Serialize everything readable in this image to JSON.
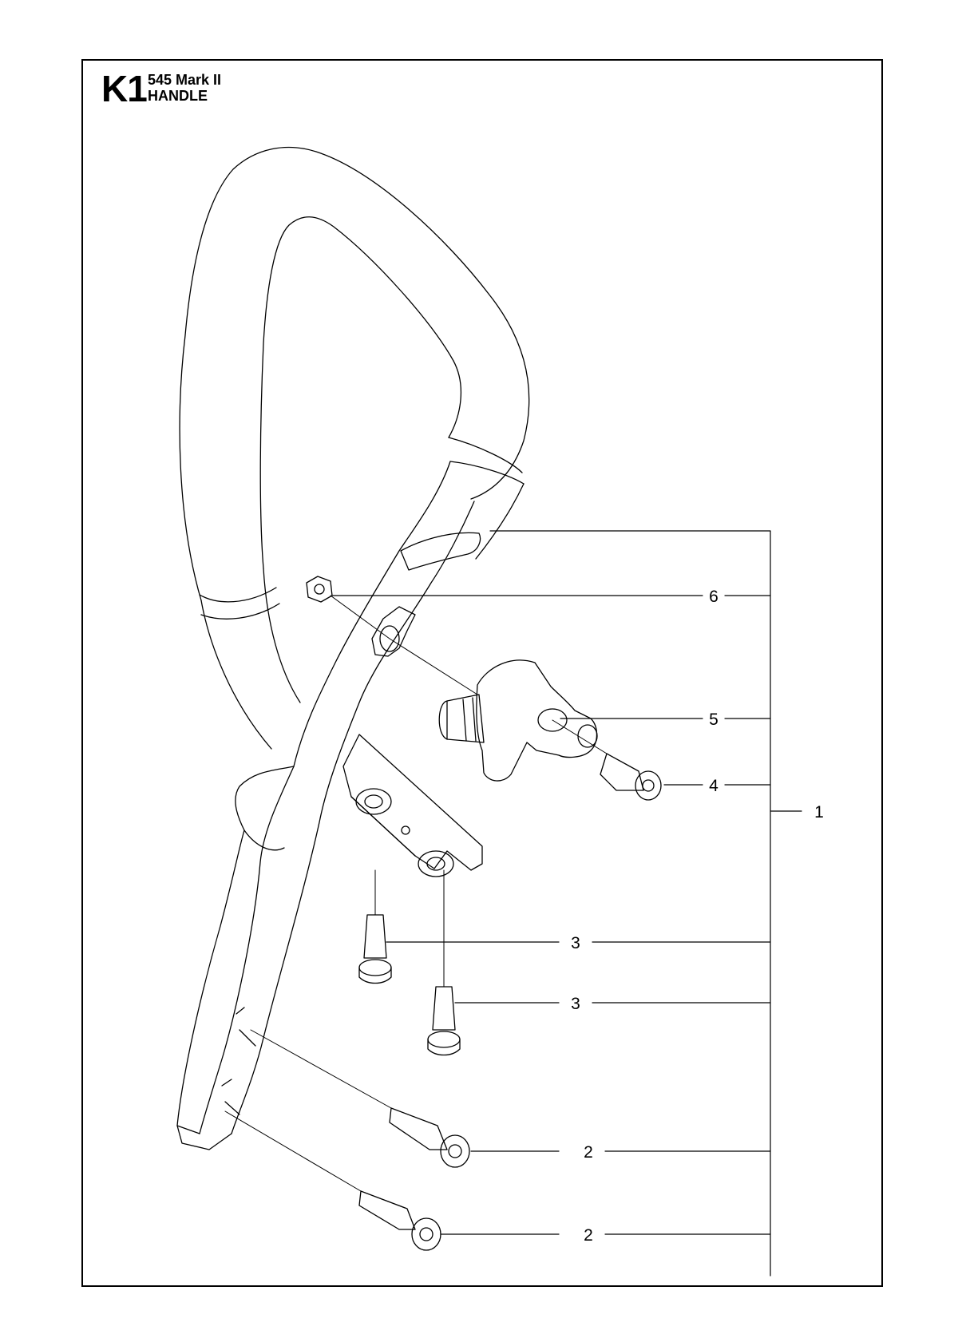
{
  "header": {
    "code": "K1",
    "model": "545 Mark II",
    "title": "HANDLE"
  },
  "callouts": {
    "c1": "1",
    "c2a": "2",
    "c2b": "2",
    "c3a": "3",
    "c3b": "3",
    "c4": "4",
    "c5": "5",
    "c6": "6"
  }
}
